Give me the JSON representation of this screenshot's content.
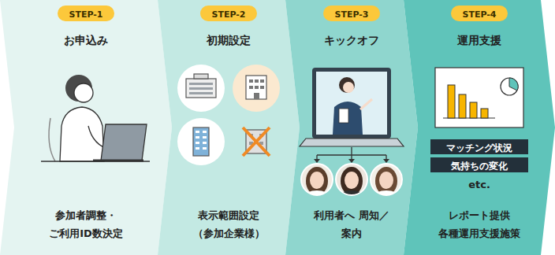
{
  "diagram": {
    "nodes": [
      {
        "text": [
          "お申込み",
          "参加者調整・ ご利用ID数決定"
        ]
      },
      {
        "text": [
          "STEP-1"
        ],
        "in": 0
      },
      {
        "text": [
          "初期設定",
          "表示範囲設定 （参加企業様）"
        ]
      },
      {
        "text": [
          "STEP-2"
        ],
        "in": 2
      },
      {
        "text": [
          "キックオフ",
          "利用者へ 周知／案内"
        ]
      },
      {
        "text": [
          "STEP-3"
        ],
        "in": 4
      },
      {
        "text": [
          "運用支援",
          "etc.",
          "レポート提供 各種運用支援施策"
        ]
      },
      {
        "text": [
          "STEP-4"
        ],
        "in": 6
      },
      {
        "text": [
          "マッチング状況"
        ],
        "in": 6
      },
      {
        "text": [
          "気持ちの変化"
        ],
        "in": 6
      }
    ]
  }
}
